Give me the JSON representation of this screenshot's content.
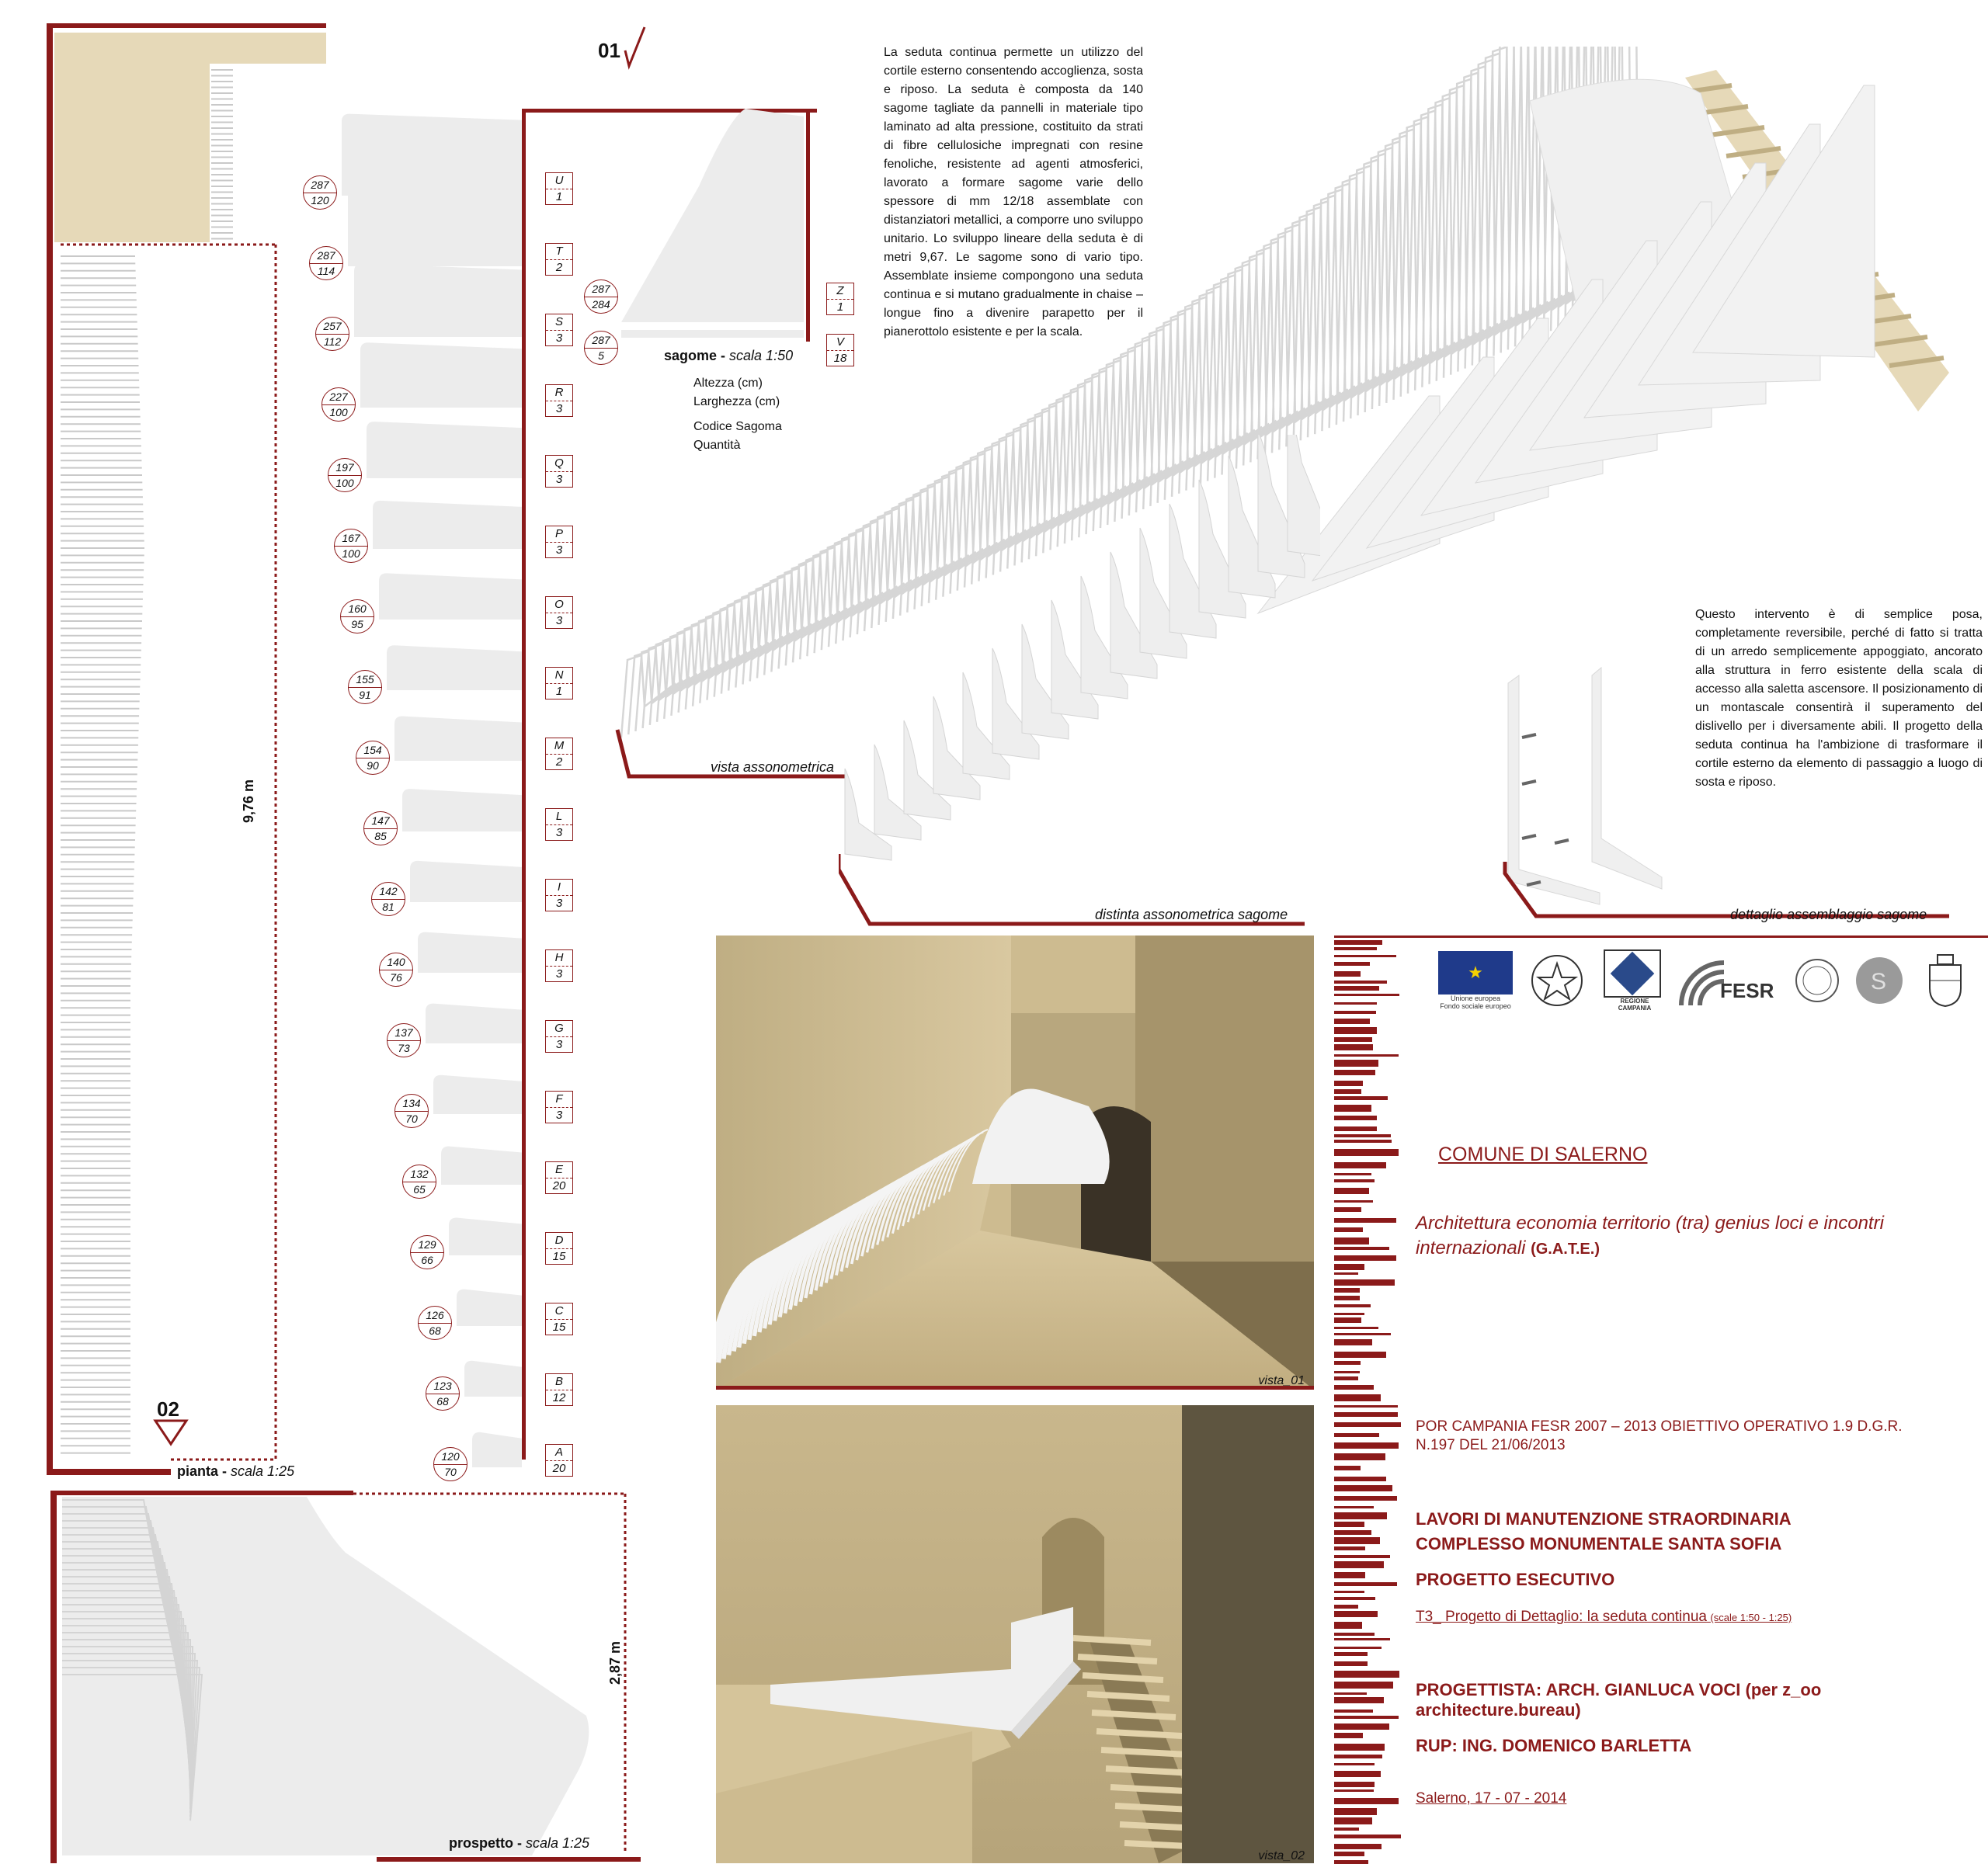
{
  "header": {
    "view_marker_01": "01",
    "view_marker_02": "02"
  },
  "description": {
    "text": "La seduta continua permette un utilizzo del cortile esterno consentendo accoglienza, sosta e riposo. La seduta è composta da 140 sagome tagliate da pannelli in materiale tipo laminato ad alta pressione, costituito da strati di fibre cellulosiche impregnati con resine fenoliche, resistente ad agenti atmosferici, lavorato a formare sagome varie dello spessore di mm 12/18 assemblate con distanziatori metallici, a comporre uno sviluppo unitario. Lo sviluppo lineare della seduta è di metri 9,67. Le sagome sono di vario tipo. Assemblate insieme compongono una seduta continua e si mutano gradualmente in chaise – longue fino a divenire parapetto per il pianerottolo esistente e per la scala."
  },
  "note": {
    "text": "Questo intervento è di semplice posa, completamente reversibile, perché di fatto si tratta di un arredo semplicemente appoggiato, ancorato alla struttura in ferro esistente della scala di accesso alla saletta ascensore. Il posizionamento di un montascale consentirà il superamento del dislivello per i diversamente abili. Il progetto della seduta continua ha l'ambizione di trasformare il cortile esterno da elemento di passaggio a luogo di sosta e riposo."
  },
  "sagome": {
    "title_bold": "sagome - ",
    "title_scale": "scala 1:50",
    "legend": [
      "Altezza (cm)",
      "Larghezza (cm)",
      "Codice Sagoma",
      "Quantità"
    ],
    "top_items": [
      {
        "h": "287",
        "w": "284",
        "code": "Z",
        "qty": "1"
      },
      {
        "h": "287",
        "w": "5",
        "code": "V",
        "qty": "18"
      }
    ],
    "items": [
      {
        "h": "287",
        "w": "120",
        "code": "U",
        "qty": "1"
      },
      {
        "h": "287",
        "w": "114",
        "code": "T",
        "qty": "2"
      },
      {
        "h": "257",
        "w": "112",
        "code": "S",
        "qty": "3"
      },
      {
        "h": "227",
        "w": "100",
        "code": "R",
        "qty": "3"
      },
      {
        "h": "197",
        "w": "100",
        "code": "Q",
        "qty": "3"
      },
      {
        "h": "167",
        "w": "100",
        "code": "P",
        "qty": "3"
      },
      {
        "h": "160",
        "w": "95",
        "code": "O",
        "qty": "3"
      },
      {
        "h": "155",
        "w": "91",
        "code": "N",
        "qty": "1"
      },
      {
        "h": "154",
        "w": "90",
        "code": "M",
        "qty": "2"
      },
      {
        "h": "147",
        "w": "85",
        "code": "L",
        "qty": "3"
      },
      {
        "h": "142",
        "w": "81",
        "code": "I",
        "qty": "3"
      },
      {
        "h": "140",
        "w": "76",
        "code": "H",
        "qty": "3"
      },
      {
        "h": "137",
        "w": "73",
        "code": "G",
        "qty": "3"
      },
      {
        "h": "134",
        "w": "70",
        "code": "F",
        "qty": "3"
      },
      {
        "h": "132",
        "w": "65",
        "code": "E",
        "qty": "20"
      },
      {
        "h": "129",
        "w": "66",
        "code": "D",
        "qty": "15"
      },
      {
        "h": "126",
        "w": "68",
        "code": "C",
        "qty": "15"
      },
      {
        "h": "123",
        "w": "68",
        "code": "B",
        "qty": "12"
      },
      {
        "h": "120",
        "w": "70",
        "code": "A",
        "qty": "20"
      }
    ]
  },
  "drawings": {
    "pianta_bold": "pianta - ",
    "pianta_scale": "scala 1:25",
    "pianta_dim": "9,76 m",
    "prospetto_bold": "prospetto - ",
    "prospetto_scale": "scala 1:25",
    "prospetto_dim": "2,87 m",
    "vista_assonometrica": "vista assonometrica",
    "distinta": "distinta assonometrica sagome",
    "dettaglio": "dettaglio assemblaggio sagome",
    "vista_01": "vista_01",
    "vista_02": "vista_02"
  },
  "logos": [
    {
      "icon": "eu-flag-logo",
      "label": "Unione europea\nFondo sociale europeo"
    },
    {
      "icon": "italian-republic-emblem",
      "label": ""
    },
    {
      "icon": "regione-campania-logo",
      "label": "REGIONE CAMPANIA"
    },
    {
      "icon": "fesr-logo",
      "label": "FESR"
    },
    {
      "icon": "seal-logo",
      "label": ""
    },
    {
      "icon": "s-circle-logo",
      "label": ""
    },
    {
      "icon": "salerno-crest",
      "label": ""
    }
  ],
  "title_block": {
    "comune": "COMUNE DI SALERNO",
    "project_title": "Architettura economia territorio (tra) genius loci e incontri internazionali",
    "project_acronym": "(G.A.T.E.)",
    "programme": "POR CAMPANIA FESR 2007 – 2013 OBIETTIVO OPERATIVO 1.9 D.G.R. N.197 DEL 21/06/2013",
    "works_line1": "LAVORI DI MANUTENZIONE STRAORDINARIA",
    "works_line2": "COMPLESSO MONUMENTALE SANTA SOFIA",
    "phase": "PROGETTO ESECUTIVO",
    "table_title": "T3_ Progetto di Dettaglio: la seduta continua",
    "table_scale": "(scale 1:50 - 1:25)",
    "designer": "PROGETTISTA: ARCH. GIANLUCA VOCI (per z_oo architecture.bureau)",
    "rup": "RUP: ING. DOMENICO BARLETTA",
    "date": "Salerno, 17 - 07 - 2014"
  },
  "colors": {
    "accent": "#8b1a1a",
    "wood": "#e6d9b8",
    "panel": "#f2f2f2"
  }
}
